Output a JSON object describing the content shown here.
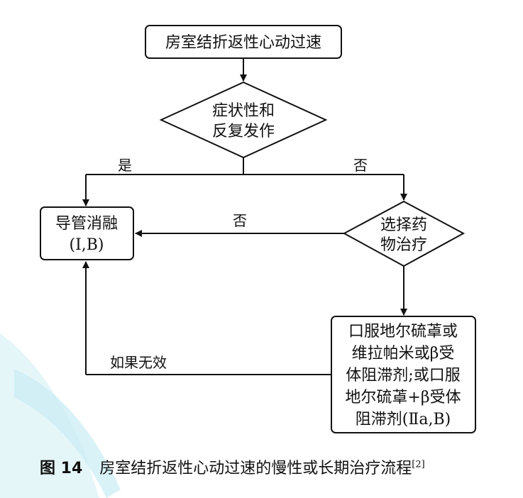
{
  "nodes": {
    "start": "房室结折返性心动过速",
    "symptom_line1": "症状性和",
    "symptom_line2": "反复发作",
    "ablation_line1": "导管消融",
    "ablation_line2": "(Ⅰ,B)",
    "drug_choice_line1": "选择药",
    "drug_choice_line2": "物治疗",
    "oral_line1": "口服地尔硫䓬或",
    "oral_line2": "维拉帕米或β受",
    "oral_line3": "体阻滞剂;或口服",
    "oral_line4": "地尔硫䓬+β受体",
    "oral_line5": "阻滞剂(Ⅱa,B)"
  },
  "edges": {
    "yes": "是",
    "no": "否",
    "no2": "否",
    "if_ineffective": "如果无效"
  },
  "caption": {
    "figure_number": "图 14",
    "text": "房室结折返性心动过速的慢性或长期治疗流程",
    "reference": "[2]"
  },
  "colors": {
    "stroke": "#111111",
    "watermark": "#c9ecf4"
  }
}
